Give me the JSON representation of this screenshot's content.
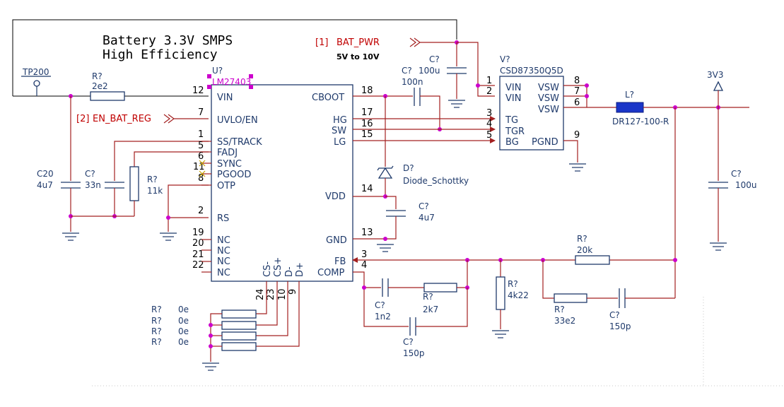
{
  "title_lines": [
    "Battery 3.3V SMPS",
    "High Efficiency"
  ],
  "testpoint": "TP200",
  "net_labels": {
    "bat_pwr": "BAT_PWR",
    "bat_pwr_tag": "[1]",
    "en_bat_reg": "EN_BAT_REG",
    "en_bat_reg_tag": "[2]",
    "vin_range": "5V to 10V",
    "out_rail": "3V3"
  },
  "u1": {
    "ref": "U?",
    "value": "LM27403",
    "left_pins": [
      {
        "num": "12",
        "name": "VIN"
      },
      {
        "num": "7",
        "name": "UVLO/EN"
      },
      {
        "num": "1",
        "name": "SS/TRACK"
      },
      {
        "num": "5",
        "name": "FADJ"
      },
      {
        "num": "6",
        "name": "SYNC"
      },
      {
        "num": "11",
        "name": "PGOOD"
      },
      {
        "num": "8",
        "name": "OTP"
      },
      {
        "num": "2",
        "name": "RS"
      },
      {
        "num": "19",
        "name": "NC"
      },
      {
        "num": "20",
        "name": "NC"
      },
      {
        "num": "21",
        "name": "NC"
      },
      {
        "num": "22",
        "name": "NC"
      }
    ],
    "right_pins": [
      {
        "num": "18",
        "name": "CBOOT"
      },
      {
        "num": "17",
        "name": "HG"
      },
      {
        "num": "16",
        "name": "SW"
      },
      {
        "num": "15",
        "name": "LG"
      },
      {
        "num": "14",
        "name": "VDD"
      },
      {
        "num": "13",
        "name": "GND"
      },
      {
        "num": "3",
        "name": "FB"
      },
      {
        "num": "4",
        "name": "COMP"
      }
    ],
    "bottom_pins": [
      {
        "num": "24",
        "name": "CS-"
      },
      {
        "num": "23",
        "name": "CS+"
      },
      {
        "num": "10",
        "name": "D-"
      },
      {
        "num": "9",
        "name": "D+"
      }
    ]
  },
  "u2": {
    "ref": "V?",
    "value": "CSD87350Q5D",
    "left_pins": [
      {
        "num": "1",
        "name": "VIN"
      },
      {
        "num": "2",
        "name": "VIN"
      },
      {
        "num": "3",
        "name": "TG"
      },
      {
        "num": "4",
        "name": "TGR"
      },
      {
        "num": "5",
        "name": "BG"
      }
    ],
    "right_pins": [
      {
        "num": "8",
        "name": "VSW"
      },
      {
        "num": "7",
        "name": "VSW"
      },
      {
        "num": "6",
        "name": "VSW"
      },
      {
        "num": "9",
        "name": "PGND"
      }
    ]
  },
  "components": {
    "r_in": {
      "ref": "R?",
      "value": "2e2"
    },
    "c20": {
      "ref": "C20",
      "value": "4u7"
    },
    "c_ss": {
      "ref": "C?",
      "value": "33n"
    },
    "r_fadj": {
      "ref": "R?",
      "value": "11k"
    },
    "c_in": {
      "ref": "C?",
      "value": "100u"
    },
    "c_boot": {
      "ref": "C?",
      "value": "100n"
    },
    "d1": {
      "ref": "D?",
      "value": "Diode_Schottky"
    },
    "c_vdd": {
      "ref": "C?",
      "value": "4u7"
    },
    "l1": {
      "ref": "L?",
      "value": "DR127-100-R"
    },
    "c_out": {
      "ref": "C?",
      "value": "100u"
    },
    "r_fb_top": {
      "ref": "R?",
      "value": "20k"
    },
    "r_fb_bot": {
      "ref": "R?",
      "value": "4k22"
    },
    "r_ff": {
      "ref": "R?",
      "value": "33e2"
    },
    "c_ff": {
      "ref": "C?",
      "value": "150p"
    },
    "c_comp1": {
      "ref": "C?",
      "value": "1n2"
    },
    "r_comp": {
      "ref": "R?",
      "value": "2k7"
    },
    "c_comp2": {
      "ref": "C?",
      "value": "150p"
    },
    "r_cs": [
      {
        "ref": "R?",
        "value": "0e"
      },
      {
        "ref": "R?",
        "value": "0e"
      },
      {
        "ref": "R?",
        "value": "0e"
      },
      {
        "ref": "R?",
        "value": "0e"
      }
    ]
  },
  "colors": {
    "wire": "#a32020",
    "component": "#1f3a6b",
    "net_label": "#c00000",
    "selection": "#cc00cc",
    "inductor": "#1a35c8"
  }
}
